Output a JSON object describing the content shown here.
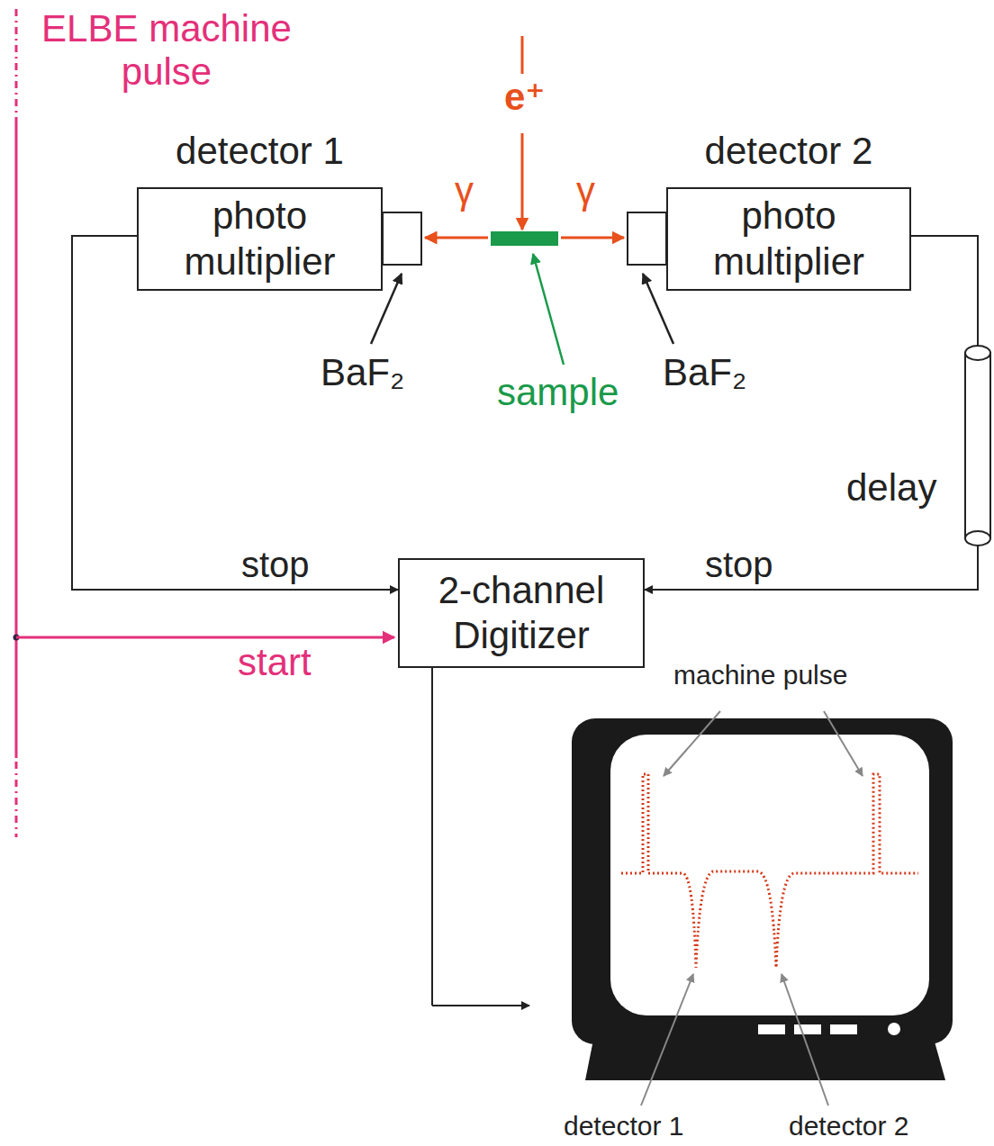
{
  "diagram": {
    "nodes": [
      {
        "text": [
          "detector 1",
          "photo multiplier"
        ]
      },
      {
        "text": [
          "detector 2",
          "photo multiplier"
        ]
      },
      {
        "text": [
          "2-channel Digitizer"
        ]
      }
    ],
    "edges": [
      {
        "from": 0,
        "to": 2,
        "arrow": "to",
        "label": "stop"
      },
      {
        "from": 1,
        "to": 2,
        "arrow": "to",
        "label": "stop"
      }
    ],
    "labels": [
      "ELBE machine pulse",
      "e⁺",
      "γ",
      "γ",
      "BaF₂",
      "sample",
      "BaF₂",
      "delay",
      "start",
      "machine pulse",
      "detector 1",
      "detector 2"
    ]
  }
}
